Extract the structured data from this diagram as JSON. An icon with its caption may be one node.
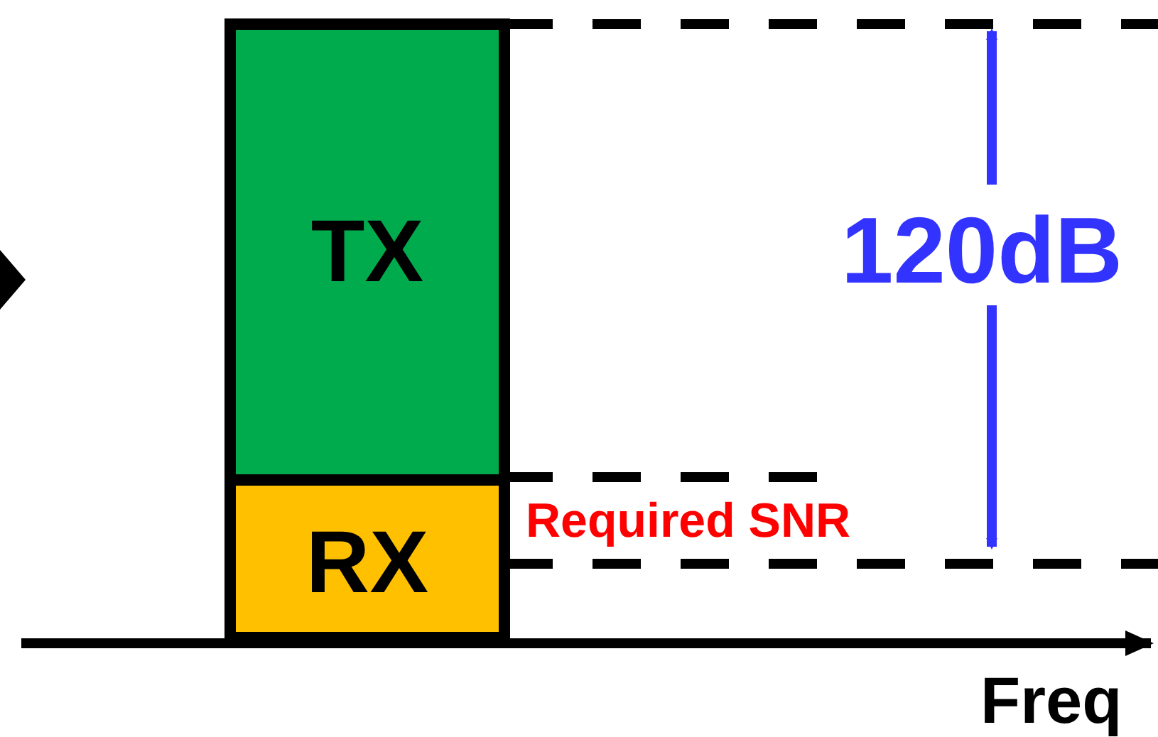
{
  "diagram": {
    "nodes": [
      {
        "text": [
          "TX"
        ]
      },
      {
        "text": [
          "RX"
        ]
      }
    ],
    "labels": [
      "120dB",
      "Required SNR",
      "Freq"
    ]
  }
}
